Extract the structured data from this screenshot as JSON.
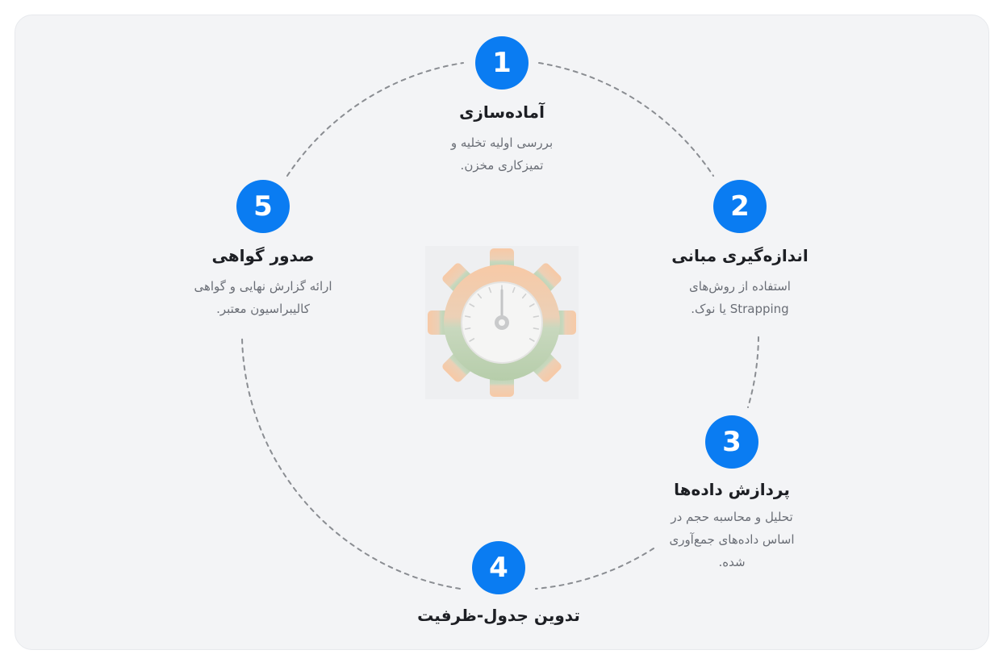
{
  "steps": [
    {
      "number": "1",
      "title": "آماده‌سازی",
      "description": [
        "بررسی اولیه تخلیه و",
        "تمیزکاری مخزن."
      ]
    },
    {
      "number": "2",
      "title": "اندازه‌گیری مبانی",
      "description": [
        "استفاده از روش‌های",
        "Strapping یا نوک."
      ]
    },
    {
      "number": "3",
      "title": "پردازش داده‌ها",
      "description": [
        "تحلیل و محاسبه حجم در",
        "اساس داده‌های جمع‌آوری",
        "شده."
      ]
    },
    {
      "number": "4",
      "title": "تدوین جدول-ظرفیت",
      "description": []
    },
    {
      "number": "5",
      "title": "صدور گواهی",
      "description": [
        "ارائه گزارش نهایی و گواهی",
        "کالیبراسیون معتبر."
      ]
    }
  ],
  "center_icon": "gear-gauge-icon",
  "colors": {
    "badge": "#0a7cf2",
    "card_background": "#f3f4f6",
    "title_text": "#1d1f24",
    "description_text": "#6a6e76",
    "dashed_ring": "#8a8d92",
    "gear_top": "#f2c6a8",
    "gear_bottom": "#bcd3b4"
  }
}
